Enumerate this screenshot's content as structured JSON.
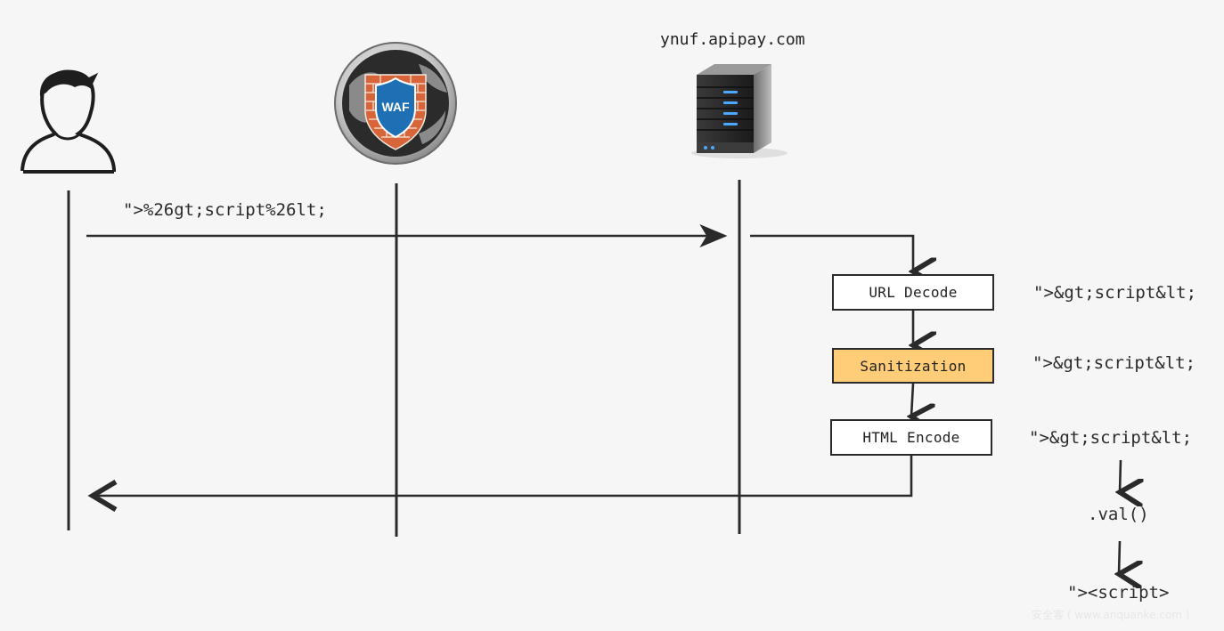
{
  "actors": {
    "user": {
      "icon": "user-icon"
    },
    "waf": {
      "icon": "waf-shield-icon",
      "label": "WAF"
    },
    "server": {
      "icon": "server-icon",
      "name": "ynuf.apipay.com"
    }
  },
  "request": {
    "payload": "\">%26gt;script%26lt;"
  },
  "steps": [
    {
      "label": "URL Decode",
      "result": "\">&gt;script&lt;"
    },
    {
      "label": "Sanitization",
      "result": "\">&gt;script&lt;",
      "highlight": "#ffcc77"
    },
    {
      "label": "HTML Encode",
      "result": "\">&gt;script&lt;"
    }
  ],
  "client_flow": {
    "function": ".val()",
    "final_output": "\"><script>"
  },
  "watermark": "安全客 ( www.anquanke.com )",
  "colors": {
    "background": "#f5f6f5",
    "line": "#2a2a2a",
    "highlight": "#ffcc77",
    "waf_shield": "#1f6fb5",
    "waf_brick": "#d8643a"
  }
}
